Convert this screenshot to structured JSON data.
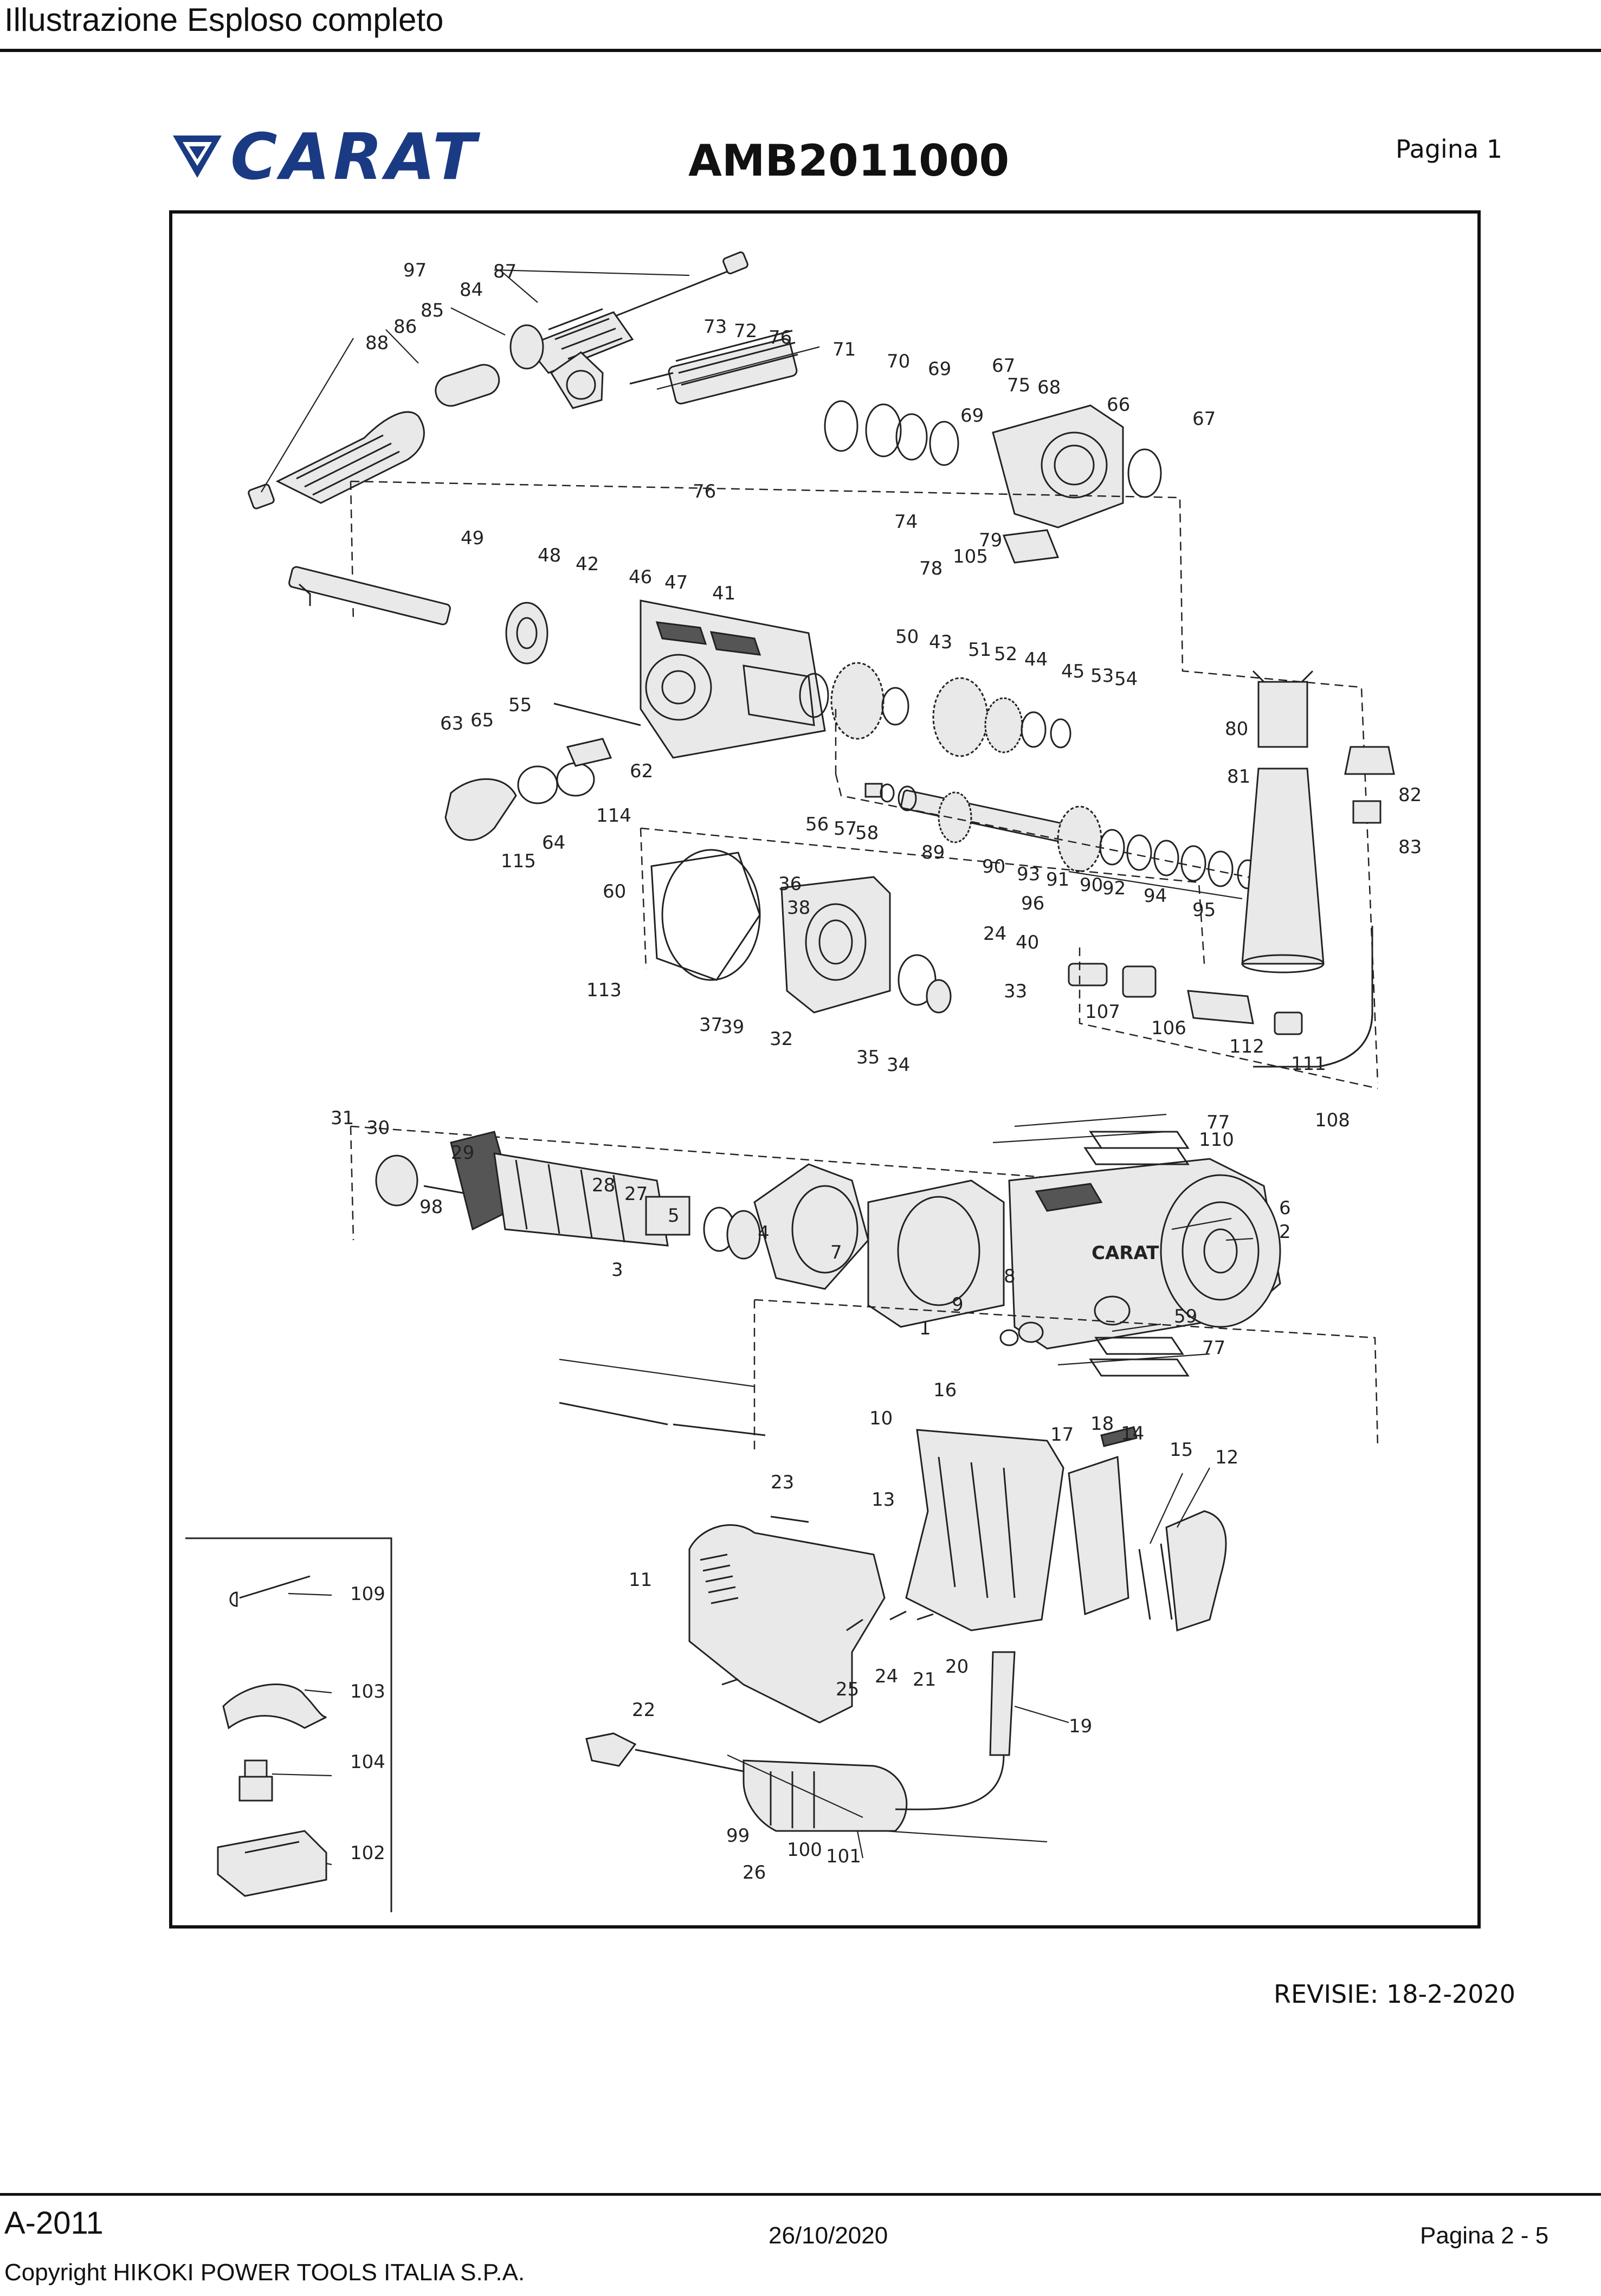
{
  "header": {
    "title": "Illustrazione  Esploso completo"
  },
  "brand": {
    "logo_text": "CARAT",
    "color": "#1b3a84"
  },
  "document": {
    "model": "AMB2011000",
    "page_label": "Pagina 1",
    "revision": "REVISIE: 18-2-2020"
  },
  "diagram": {
    "parts": [
      {
        "id": "97"
      },
      {
        "id": "87"
      },
      {
        "id": "84"
      },
      {
        "id": "85"
      },
      {
        "id": "86"
      },
      {
        "id": "88"
      },
      {
        "id": "73"
      },
      {
        "id": "72"
      },
      {
        "id": "76"
      },
      {
        "id": "71"
      },
      {
        "id": "70"
      },
      {
        "id": "69"
      },
      {
        "id": "67"
      },
      {
        "id": "75"
      },
      {
        "id": "68"
      },
      {
        "id": "66"
      },
      {
        "id": "74"
      },
      {
        "id": "105"
      },
      {
        "id": "79"
      },
      {
        "id": "78"
      },
      {
        "id": "49"
      },
      {
        "id": "48"
      },
      {
        "id": "42"
      },
      {
        "id": "46"
      },
      {
        "id": "47"
      },
      {
        "id": "41"
      },
      {
        "id": "50"
      },
      {
        "id": "43"
      },
      {
        "id": "51"
      },
      {
        "id": "52"
      },
      {
        "id": "44"
      },
      {
        "id": "45"
      },
      {
        "id": "53"
      },
      {
        "id": "54"
      },
      {
        "id": "80"
      },
      {
        "id": "81"
      },
      {
        "id": "82"
      },
      {
        "id": "83"
      },
      {
        "id": "55"
      },
      {
        "id": "63"
      },
      {
        "id": "65"
      },
      {
        "id": "62"
      },
      {
        "id": "114"
      },
      {
        "id": "64"
      },
      {
        "id": "115"
      },
      {
        "id": "60"
      },
      {
        "id": "56"
      },
      {
        "id": "57"
      },
      {
        "id": "58"
      },
      {
        "id": "89"
      },
      {
        "id": "90"
      },
      {
        "id": "93"
      },
      {
        "id": "91"
      },
      {
        "id": "92"
      },
      {
        "id": "94"
      },
      {
        "id": "95"
      },
      {
        "id": "96"
      },
      {
        "id": "36"
      },
      {
        "id": "38"
      },
      {
        "id": "24"
      },
      {
        "id": "40"
      },
      {
        "id": "113"
      },
      {
        "id": "37"
      },
      {
        "id": "39"
      },
      {
        "id": "32"
      },
      {
        "id": "33"
      },
      {
        "id": "35"
      },
      {
        "id": "34"
      },
      {
        "id": "107"
      },
      {
        "id": "106"
      },
      {
        "id": "112"
      },
      {
        "id": "111"
      },
      {
        "id": "108"
      },
      {
        "id": "31"
      },
      {
        "id": "30"
      },
      {
        "id": "29"
      },
      {
        "id": "28"
      },
      {
        "id": "27"
      },
      {
        "id": "98"
      },
      {
        "id": "5"
      },
      {
        "id": "3"
      },
      {
        "id": "4"
      },
      {
        "id": "7"
      },
      {
        "id": "77"
      },
      {
        "id": "110"
      },
      {
        "id": "6"
      },
      {
        "id": "2"
      },
      {
        "id": "8"
      },
      {
        "id": "9"
      },
      {
        "id": "1"
      },
      {
        "id": "59"
      },
      {
        "id": "16"
      },
      {
        "id": "10"
      },
      {
        "id": "17"
      },
      {
        "id": "18"
      },
      {
        "id": "14"
      },
      {
        "id": "15"
      },
      {
        "id": "12"
      },
      {
        "id": "23"
      },
      {
        "id": "13"
      },
      {
        "id": "11"
      },
      {
        "id": "25"
      },
      {
        "id": "21"
      },
      {
        "id": "20"
      },
      {
        "id": "22"
      },
      {
        "id": "19"
      },
      {
        "id": "99"
      },
      {
        "id": "100"
      },
      {
        "id": "101"
      },
      {
        "id": "26"
      },
      {
        "id": "109"
      },
      {
        "id": "103"
      },
      {
        "id": "104"
      },
      {
        "id": "102"
      }
    ],
    "housing_brand": "CARAT"
  },
  "footer": {
    "code": "A-2011",
    "date": "26/10/2020",
    "page": "Pagina 2 - 5",
    "copyright": "Copyright HIKOKI POWER TOOLS ITALIA S.P.A."
  }
}
